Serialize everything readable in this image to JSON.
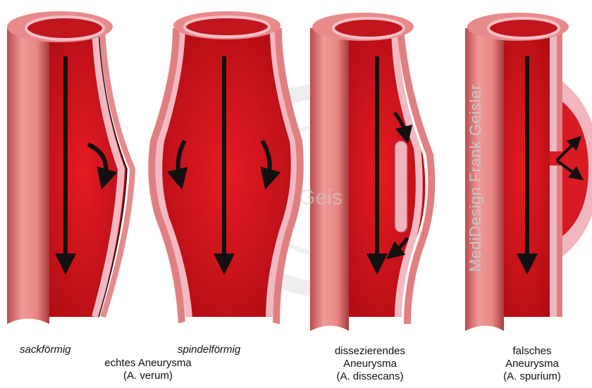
{
  "labels": {
    "saccular": "sackförmig",
    "fusiform": "spindelförmig",
    "true_aneurysm_line1": "echtes Aneurysma",
    "true_aneurysm_line2": "(A. verum)",
    "dissecting_line1": "dissezierendes",
    "dissecting_line2": "Aneurysma",
    "dissecting_line3": "(A. dissecans)",
    "false_line1": "falsches",
    "false_line2": "Aneurysma",
    "false_line3": "(A. spurium)"
  },
  "watermark": {
    "credit": "MediDesign Frank Geisler",
    "stamp": "Geis"
  },
  "colors": {
    "vessel_outer": "#e07f7f",
    "vessel_inner_wall": "#f2b6be",
    "blood": "#d5121b",
    "blood_dark": "#9e0c12",
    "arrow": "#111111"
  }
}
